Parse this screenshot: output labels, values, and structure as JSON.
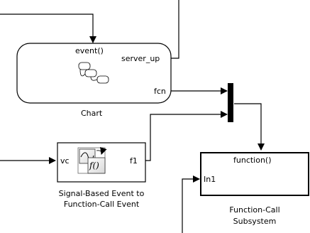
{
  "chart_block": {
    "name": "Chart",
    "input_port": "event()",
    "output_ports": [
      "server_up",
      "fcn"
    ]
  },
  "signal_block": {
    "name_line1": "Signal-Based Event to",
    "name_line2": "Function-Call Event",
    "input_port": "vc",
    "output_port": "f1",
    "icon_text": "f()"
  },
  "subsystem_block": {
    "name_line1": "Function-Call",
    "name_line2": "Subsystem",
    "trigger_label": "function()",
    "input_port": "In1"
  }
}
